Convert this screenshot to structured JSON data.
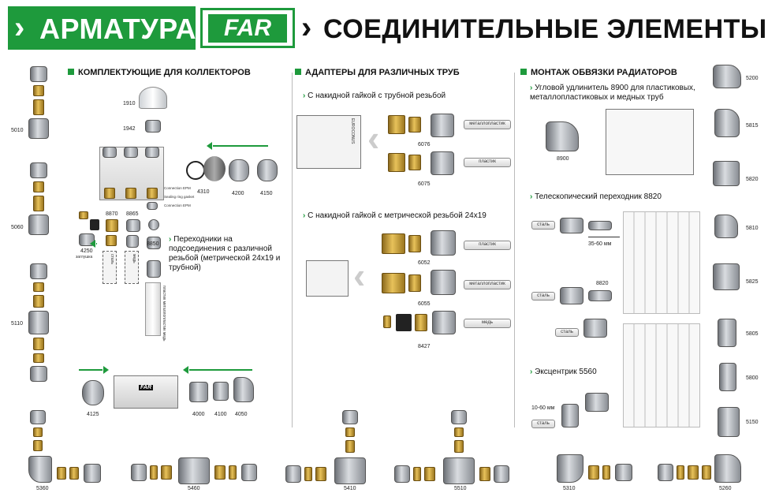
{
  "header": {
    "title_left": "АРМАТУРА",
    "logo": "FAR",
    "title_right": "СОЕДИНИТЕЛЬНЫЕ ЭЛЕМЕНТЫ",
    "arrow_glyph": "›",
    "brand_color": "#1e9a3c"
  },
  "left_column": {
    "codes": [
      "5010",
      "5060",
      "5110"
    ]
  },
  "section1": {
    "heading": "КОМПЛЕКТУЮЩИЕ ДЛЯ КОЛЛЕКТОРОВ",
    "parts": [
      "1910",
      "1942",
      "4310",
      "4200",
      "4150",
      "8870",
      "8865",
      "4250",
      "8850"
    ],
    "manifold_labels": [
      "Connection EPM",
      "Sealing ring gasket",
      "Connection EPM"
    ],
    "adapter_note": "Переходники на подсоединения с различной резьбой (метрической 24х19 и трубной)",
    "tube_labels": [
      "сталь",
      "медь",
      "пластик металлопластик медь"
    ],
    "side_label": "заглушка",
    "bottom_parts": [
      "4125",
      "4000",
      "4100",
      "4050"
    ],
    "far_mini": "FAR"
  },
  "section2": {
    "heading": "АДАПТЕРЫ ДЛЯ РАЗЛИЧНЫХ ТРУБ",
    "sub1": "С накидной гайкой с трубной резьбой",
    "sub2": "С накидной гайкой с метрической резьбой 24х19",
    "items_top": [
      {
        "code": "6076",
        "tube": "металлопластик"
      },
      {
        "code": "6075",
        "tube": "пластик"
      }
    ],
    "items_bottom": [
      {
        "code": "6052",
        "tube": "пластик"
      },
      {
        "code": "6055",
        "tube": "металлопластик"
      },
      {
        "code": "8427",
        "tube": "медь"
      }
    ],
    "sketch_label": "EUROCONUS"
  },
  "section3": {
    "heading": "МОНТАЖ ОБВЯЗКИ РАДИАТОРОВ",
    "sub1": "Угловой удлинитель 8900 для пластиковых, металлопластиковых и медных труб",
    "part1": "8900",
    "sub2": "Телескопический переходник 8820",
    "part2": "8820",
    "range1": "35-60 мм",
    "tube_steel": "сталь",
    "sub3": "Эксцентрик 5560",
    "range2": "10-60 мм"
  },
  "right_column": {
    "codes": [
      "5200",
      "5815",
      "5820",
      "5810",
      "5825",
      "5805",
      "5800",
      "5150"
    ]
  },
  "bottom_row": {
    "codes": [
      "5360",
      "5460",
      "5410",
      "5510",
      "5310",
      "5260"
    ]
  }
}
